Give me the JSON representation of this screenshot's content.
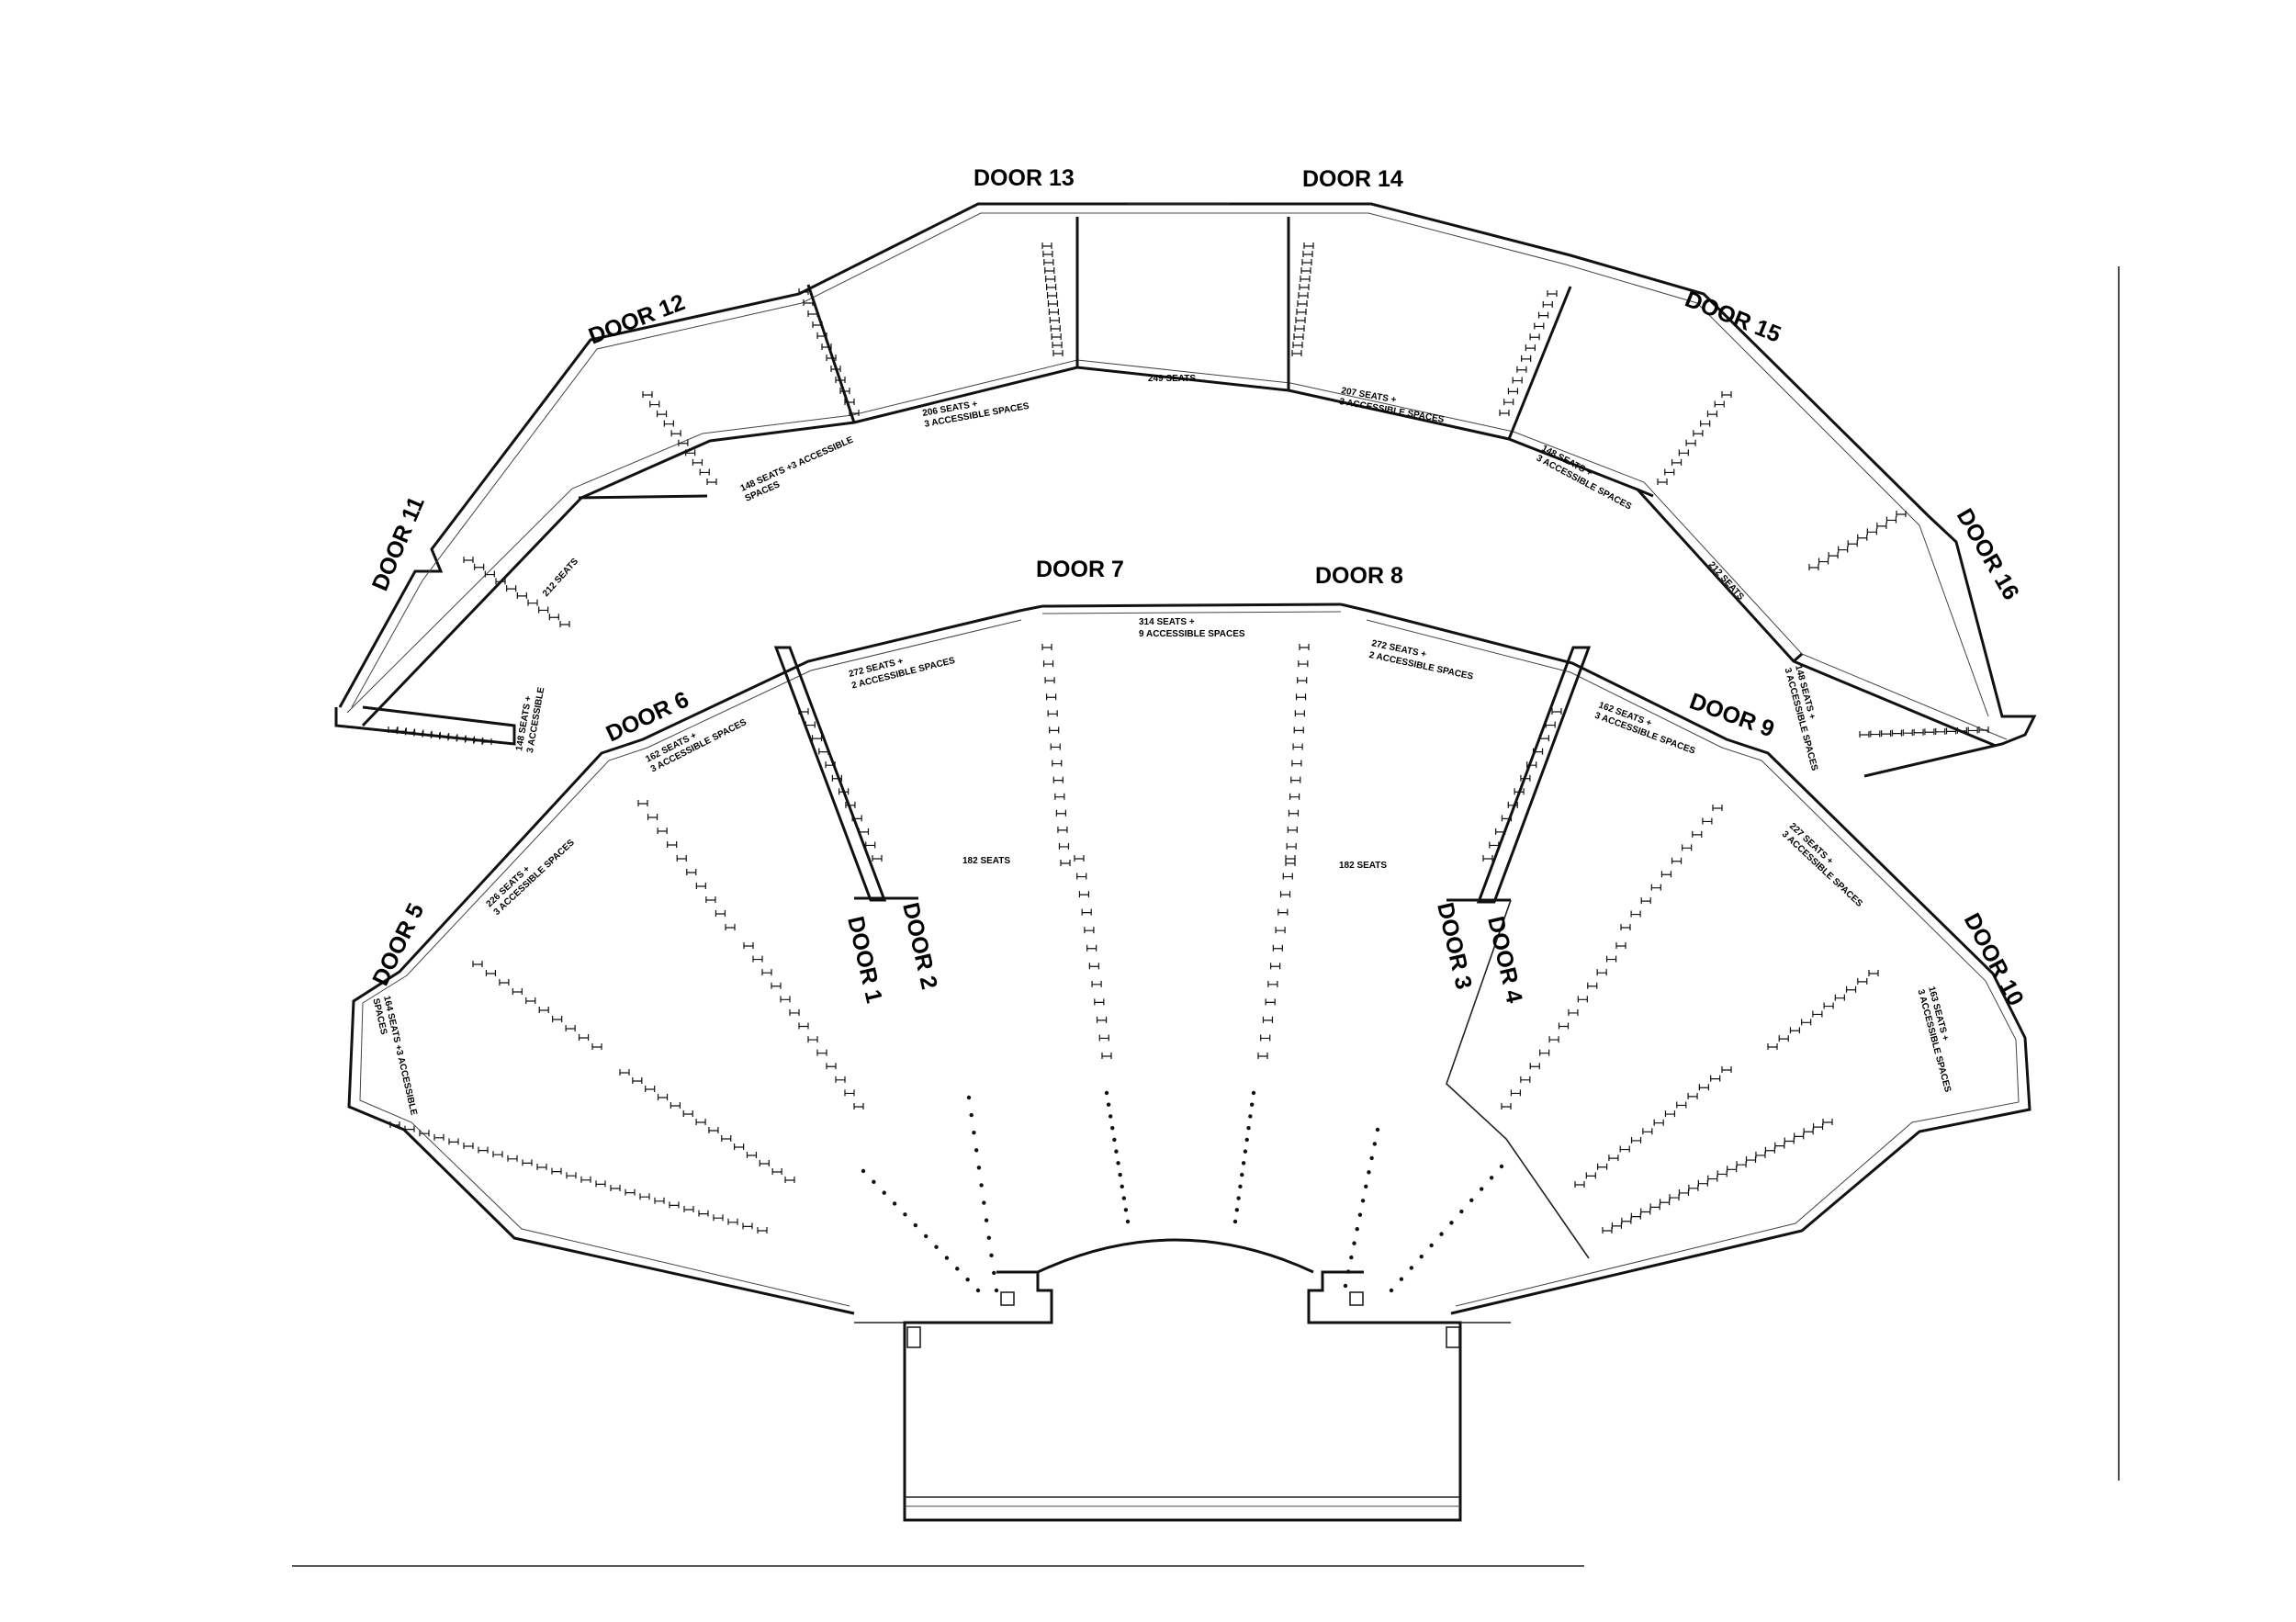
{
  "doors": [
    {
      "id": "door-1",
      "label": "DOOR 1"
    },
    {
      "id": "door-2",
      "label": "DOOR 2"
    },
    {
      "id": "door-3",
      "label": "DOOR 3"
    },
    {
      "id": "door-4",
      "label": "DOOR 4"
    },
    {
      "id": "door-5",
      "label": "DOOR 5"
    },
    {
      "id": "door-6",
      "label": "DOOR 6"
    },
    {
      "id": "door-7",
      "label": "DOOR 7"
    },
    {
      "id": "door-8",
      "label": "DOOR 8"
    },
    {
      "id": "door-9",
      "label": "DOOR 9"
    },
    {
      "id": "door-10",
      "label": "DOOR 10"
    },
    {
      "id": "door-11",
      "label": "DOOR 11"
    },
    {
      "id": "door-12",
      "label": "DOOR 12"
    },
    {
      "id": "door-13",
      "label": "DOOR 13"
    },
    {
      "id": "door-14",
      "label": "DOOR 14"
    },
    {
      "id": "door-15",
      "label": "DOOR 15"
    },
    {
      "id": "door-16",
      "label": "DOOR 16"
    }
  ],
  "sections": [
    {
      "id": "upper-top-left",
      "line1": "206 SEATS +",
      "line2": "3 ACCESSIBLE SPACES"
    },
    {
      "id": "upper-top-center",
      "line1": "249 SEATS",
      "line2": ""
    },
    {
      "id": "upper-top-right",
      "line1": "207 SEATS +",
      "line2": "3 ACCESSIBLE SPACES"
    },
    {
      "id": "upper-left-mid",
      "line1": "148 SEATS +3 ACCESSIBLE",
      "line2": "SPACES"
    },
    {
      "id": "upper-left-aisle",
      "line1": "212 SEATS",
      "line2": ""
    },
    {
      "id": "upper-left-end",
      "line1": "148 SEATS +",
      "line2": "3 ACCESSIBLE"
    },
    {
      "id": "upper-right-mid",
      "line1": "148 SEATS +",
      "line2": "3 ACCESSIBLE SPACES"
    },
    {
      "id": "upper-right-aisle",
      "line1": "212 SEATS",
      "line2": ""
    },
    {
      "id": "upper-right-end",
      "line1": "148 SEATS +",
      "line2": "3 ACCESSIBLE SPACES"
    },
    {
      "id": "lower-center",
      "line1": "314 SEATS +",
      "line2": "9 ACCESSIBLE SPACES"
    },
    {
      "id": "lower-left-top",
      "line1": "272 SEATS +",
      "line2": "2 ACCESSIBLE SPACES"
    },
    {
      "id": "lower-right-top",
      "line1": "272 SEATS +",
      "line2": "2 ACCESSIBLE SPACES"
    },
    {
      "id": "lower-left-center",
      "line1": "182 SEATS",
      "line2": ""
    },
    {
      "id": "lower-right-center",
      "line1": "182 SEATS",
      "line2": ""
    },
    {
      "id": "lower-left-door6",
      "line1": "162 SEATS +",
      "line2": "3 ACCESSIBLE SPACES"
    },
    {
      "id": "lower-right-door9",
      "line1": "162 SEATS +",
      "line2": "3 ACCESSIBLE SPACES"
    },
    {
      "id": "lower-left-side",
      "line1": "226 SEATS +",
      "line2": "3 ACCESSIBLE SPACES"
    },
    {
      "id": "lower-right-side",
      "line1": "227 SEATS +",
      "line2": "3 ACCESSIBLE SPACES"
    },
    {
      "id": "lower-left-end",
      "line1": "164 SEATS +3 ACCESSIBLE",
      "line2": "SPACES"
    },
    {
      "id": "lower-right-end",
      "line1": "163 SEATS +",
      "line2": "3 ACCESSIBLE SPACES"
    }
  ]
}
